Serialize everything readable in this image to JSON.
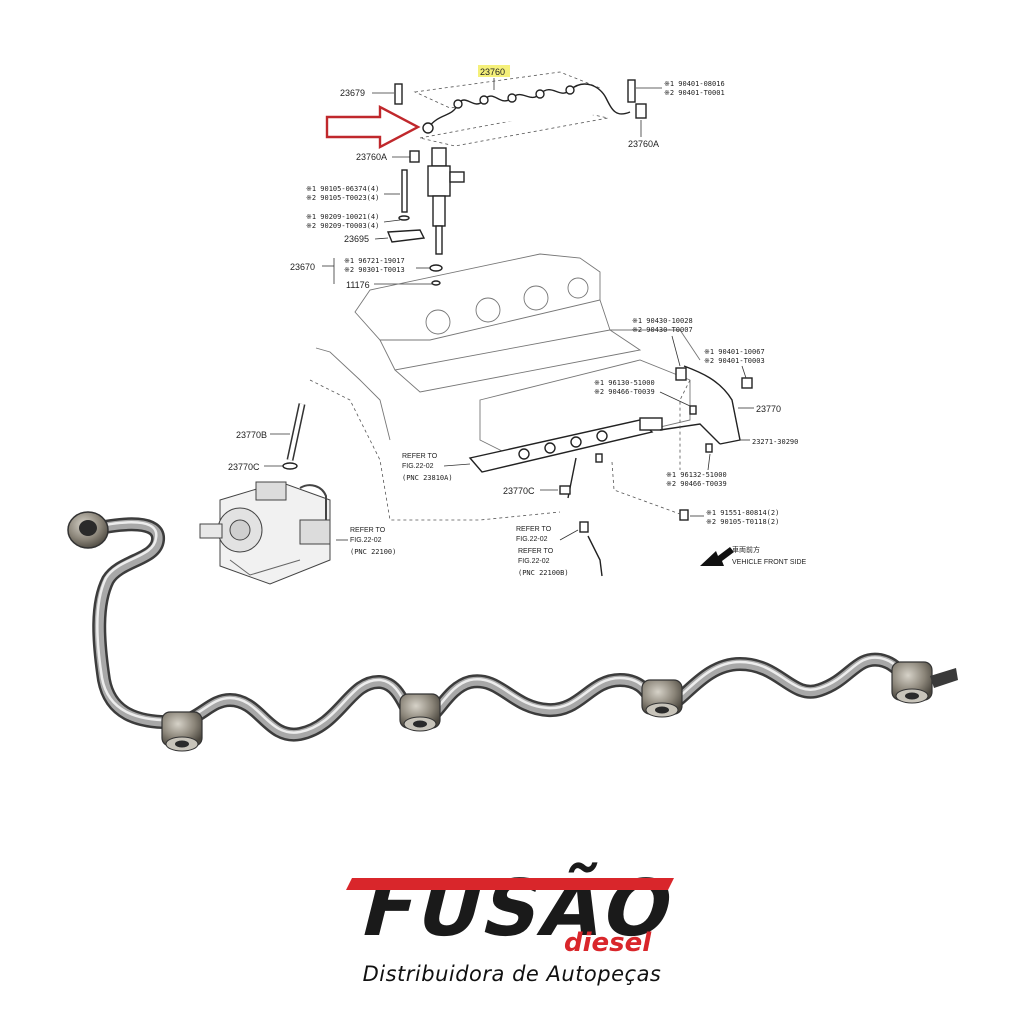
{
  "diagram": {
    "labels": {
      "part_23760": "23760",
      "part_23679": "23679",
      "part_23760A_left": "23760A",
      "part_23760A_right": "23760A",
      "part_23695": "23695",
      "part_23670": "23670",
      "part_11176": "11176",
      "part_23770B": "23770B",
      "part_23770C_a": "23770C",
      "part_23770C_b": "23770C",
      "part_23770": "23770",
      "part_23271": "23271-30290",
      "ref_a_1": "REFER TO",
      "ref_a_2": "FIG.22-02",
      "ref_a_3": "(PNC 23810A)",
      "ref_b_1": "REFER TO",
      "ref_b_2": "FIG.22-02",
      "ref_b_3": "(PNC 22100)",
      "ref_c_1": "REFER TO",
      "ref_c_2": "FIG.22-02",
      "ref_d_1": "REFER TO",
      "ref_d_2": "FIG.22-02",
      "ref_d_3": "(PNC 22100B)",
      "front_jp": "車両前方",
      "front_en": "VEHICLE FRONT SIDE",
      "pn_1a": "※1 90401-08016",
      "pn_1b": "※2 90401-T0001",
      "pn_2a": "※1 90105-06374(4)",
      "pn_2b": "※2 90105-T0023(4)",
      "pn_3a": "※1 90209-10021(4)",
      "pn_3b": "※2 90209-T0003(4)",
      "pn_4a": "※1 96721-19017",
      "pn_4b": "※2 90301-T0013",
      "pn_5a": "※1 90430-10028",
      "pn_5b": "※2 90430-T0007",
      "pn_6a": "※1 90401-10067",
      "pn_6b": "※2 90401-T0003",
      "pn_7a": "※1 96130-51000",
      "pn_7b": "※2 90466-T0039",
      "pn_8a": "※1 96132-51000",
      "pn_8b": "※2 90466-T0039",
      "pn_9a": "※1 91551-80814(2)",
      "pn_9b": "※2 90105-T0118(2)"
    },
    "highlight_color": "#f5f07a",
    "arrow_color": "#c0282c"
  },
  "brand": {
    "name": "FUSÃO",
    "sub": "diesel",
    "tagline": "Distribuidora de Autopeças",
    "red": "#d9262b",
    "dark": "#1a1a1a"
  }
}
